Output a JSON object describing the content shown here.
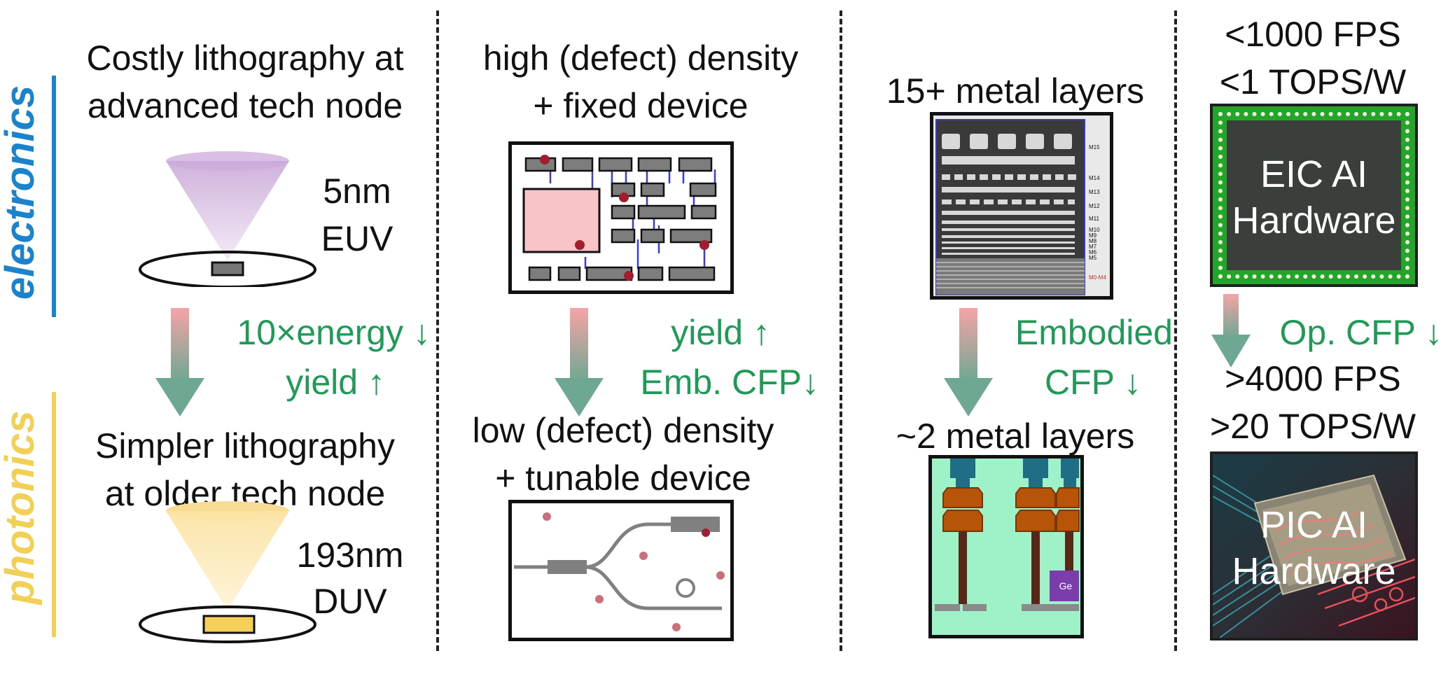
{
  "side_labels": {
    "electronics": "electronics",
    "photonics": "photonics",
    "electronics_color": "#1a83cc",
    "photonics_color": "#f2cf55"
  },
  "col1": {
    "top_line1": "Costly lithography at",
    "top_line2": "advanced tech node",
    "top_node": "5nm",
    "top_tool": "EUV",
    "arrow_line1": "10×energy ↓",
    "arrow_line2": "yield ↑",
    "bottom_line1": "Simpler lithography",
    "bottom_line2": "at older tech node",
    "bottom_node": "193nm",
    "bottom_tool": "DUV"
  },
  "col2": {
    "top_line1": "high (defect) density",
    "top_line2": "+ fixed device",
    "arrow_line1": "yield ↑",
    "arrow_line2": "Emb. CFP↓",
    "bottom_line1": "low (defect) density",
    "bottom_line2": "+ tunable device"
  },
  "col3": {
    "top_title": "15+ metal layers",
    "metal_labels": [
      "M15",
      "M14",
      "M13",
      "M12",
      "M11",
      "M10",
      "M9",
      "M8",
      "M7",
      "M6",
      "M5",
      "M0-M4"
    ],
    "arrow_line1": "Embodied",
    "arrow_line2": "CFP ↓",
    "bottom_title": "~2 metal layers",
    "ge_label": "Ge"
  },
  "col4": {
    "top_line1": "<1000 FPS",
    "top_line2": "<1 TOPS/W",
    "eic_line1": "EIC AI",
    "eic_line2": "Hardware",
    "arrow_text": "Op. CFP ↓",
    "bottom_line1": ">4000 FPS",
    "bottom_line2": ">20 TOPS/W",
    "pic_line1": "PIC AI",
    "pic_line2": "Hardware"
  }
}
